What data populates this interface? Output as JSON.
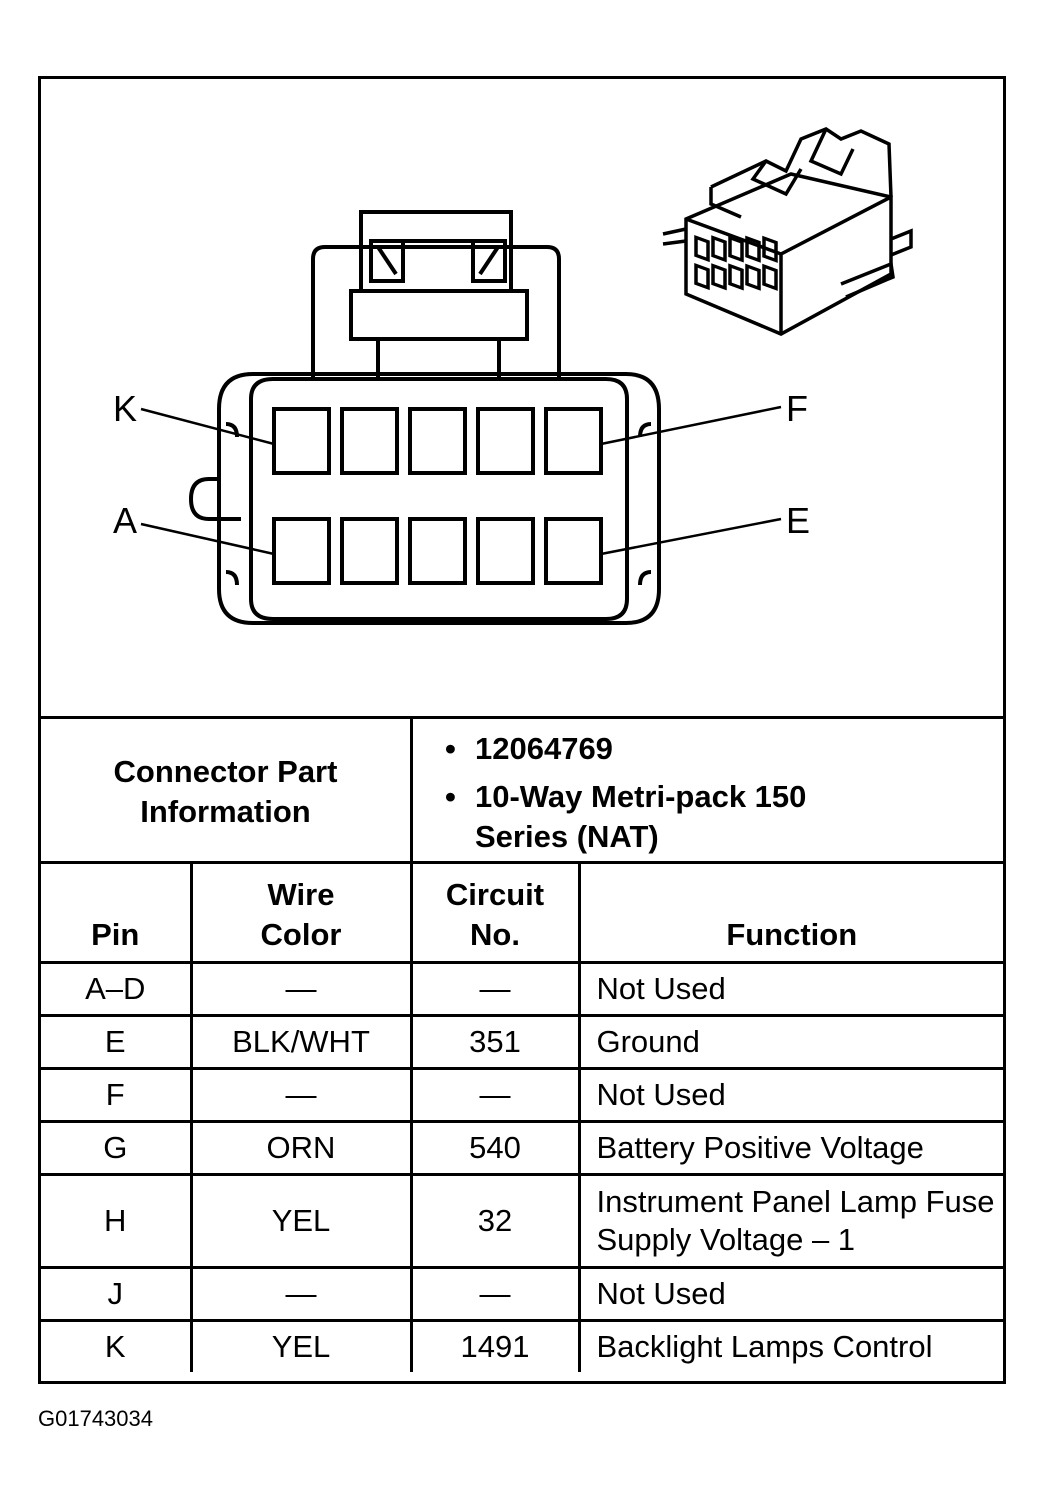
{
  "diagram": {
    "pin_callouts": [
      "K",
      "F",
      "A",
      "E"
    ]
  },
  "connector_info": {
    "label": "Connector Part Information",
    "part_number": "12064769",
    "description": "10-Way Metri-pack 150 Series (NAT)",
    "bullet": "•"
  },
  "table": {
    "headers": [
      "Pin",
      "Wire Color",
      "Circuit No.",
      "Function"
    ],
    "rows": [
      {
        "pin": "A–D",
        "wire": "—",
        "circuit": "—",
        "function": "Not Used"
      },
      {
        "pin": "E",
        "wire": "BLK/WHT",
        "circuit": "351",
        "function": "Ground"
      },
      {
        "pin": "F",
        "wire": "—",
        "circuit": "—",
        "function": "Not Used"
      },
      {
        "pin": "G",
        "wire": "ORN",
        "circuit": "540",
        "function": "Battery Positive Voltage"
      },
      {
        "pin": "H",
        "wire": "YEL",
        "circuit": "32",
        "function": "Instrument Panel Lamp Fuse Supply Voltage – 1"
      },
      {
        "pin": "J",
        "wire": "—",
        "circuit": "—",
        "function": "Not Used"
      },
      {
        "pin": "K",
        "wire": "YEL",
        "circuit": "1491",
        "function": "Backlight Lamps Control"
      }
    ]
  },
  "figure_code": "G01743034"
}
